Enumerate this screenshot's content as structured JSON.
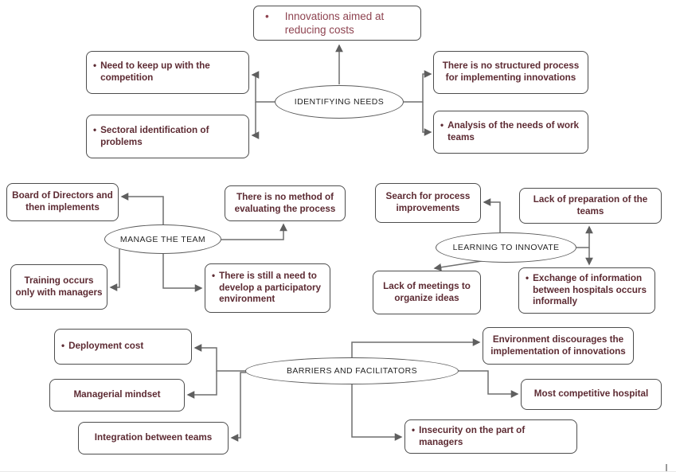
{
  "diagram": {
    "bullet_char": "•",
    "colors": {
      "box_text": "#5d2b33",
      "highlight_text": "#8e4350",
      "box_border": "#4d4d4d",
      "hub_border": "#5a5a5a",
      "connector": "#6f6f6f",
      "background": "#ffffff"
    },
    "clusters": [
      {
        "hub": "IDENTIFYING NEEDS",
        "nodes": [
          {
            "text": "Innovations aimed at reducing costs",
            "bulleted": true
          },
          {
            "text": "Need to keep up with the competition",
            "bulleted": true
          },
          {
            "text": "There is no structured process for implementing innovations",
            "bulleted": false
          },
          {
            "text": "Sectoral identification of problems",
            "bulleted": true
          },
          {
            "text": "Analysis of the needs of work teams",
            "bulleted": true
          }
        ]
      },
      {
        "hub": "MANAGE THE TEAM",
        "nodes": [
          {
            "text": "Board of Directors and then implements",
            "bulleted": false
          },
          {
            "text": "There is no method of evaluating the process",
            "bulleted": false
          },
          {
            "text": "Training occurs only with managers",
            "bulleted": false
          },
          {
            "text": "There is still a need to develop a participatory environment",
            "bulleted": true
          }
        ]
      },
      {
        "hub": "LEARNING TO INNOVATE",
        "nodes": [
          {
            "text": "Search for process improvements",
            "bulleted": false
          },
          {
            "text": "Lack of preparation of the teams",
            "bulleted": false
          },
          {
            "text": "Lack of meetings to organize ideas",
            "bulleted": false
          },
          {
            "text": "Exchange of information between hospitals occurs informally",
            "bulleted": true
          }
        ]
      },
      {
        "hub": "BARRIERS AND FACILITATORS",
        "nodes": [
          {
            "text": "Deployment cost",
            "bulleted": true
          },
          {
            "text": "Managerial mindset",
            "bulleted": false
          },
          {
            "text": "Integration between teams",
            "bulleted": false
          },
          {
            "text": "Environment discourages the implementation of innovations",
            "bulleted": false
          },
          {
            "text": "Most competitive hospital",
            "bulleted": false
          },
          {
            "text": "Insecurity on the part of managers",
            "bulleted": true
          }
        ]
      }
    ]
  }
}
